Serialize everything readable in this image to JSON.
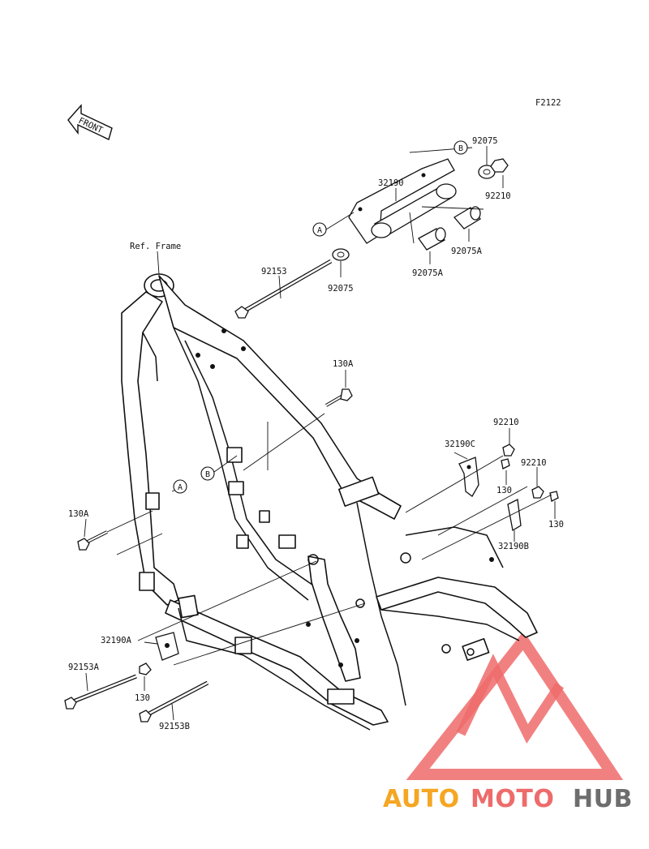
{
  "figure_code": "F2122",
  "front_label": "FRONT",
  "ref_frame_label": "Ref. Frame",
  "callouts": {
    "B": "B",
    "A": "A"
  },
  "parts": {
    "p32190": "32190",
    "p92075_top": "92075",
    "p92210_top": "92210",
    "p92075A_right": "92075A",
    "p92075A_left": "92075A",
    "p92075_mid": "92075",
    "p92153": "92153",
    "p130A_top": "130A",
    "p130A_left": "130A",
    "p92210_r1": "92210",
    "p32190C": "32190C",
    "p92210_r2": "92210",
    "p130_r1": "130",
    "p130_r2": "130",
    "p32190B": "32190B",
    "p32190A": "32190A",
    "p92153A": "92153A",
    "p130_bottom": "130",
    "p92153B": "92153B"
  },
  "watermark": {
    "part1": "AUTO",
    "part2": "MOTO",
    "part3": "HUB",
    "color_orange": "#f5a623",
    "color_red": "#ee6b6b",
    "color_gray": "#6d6d6d"
  }
}
